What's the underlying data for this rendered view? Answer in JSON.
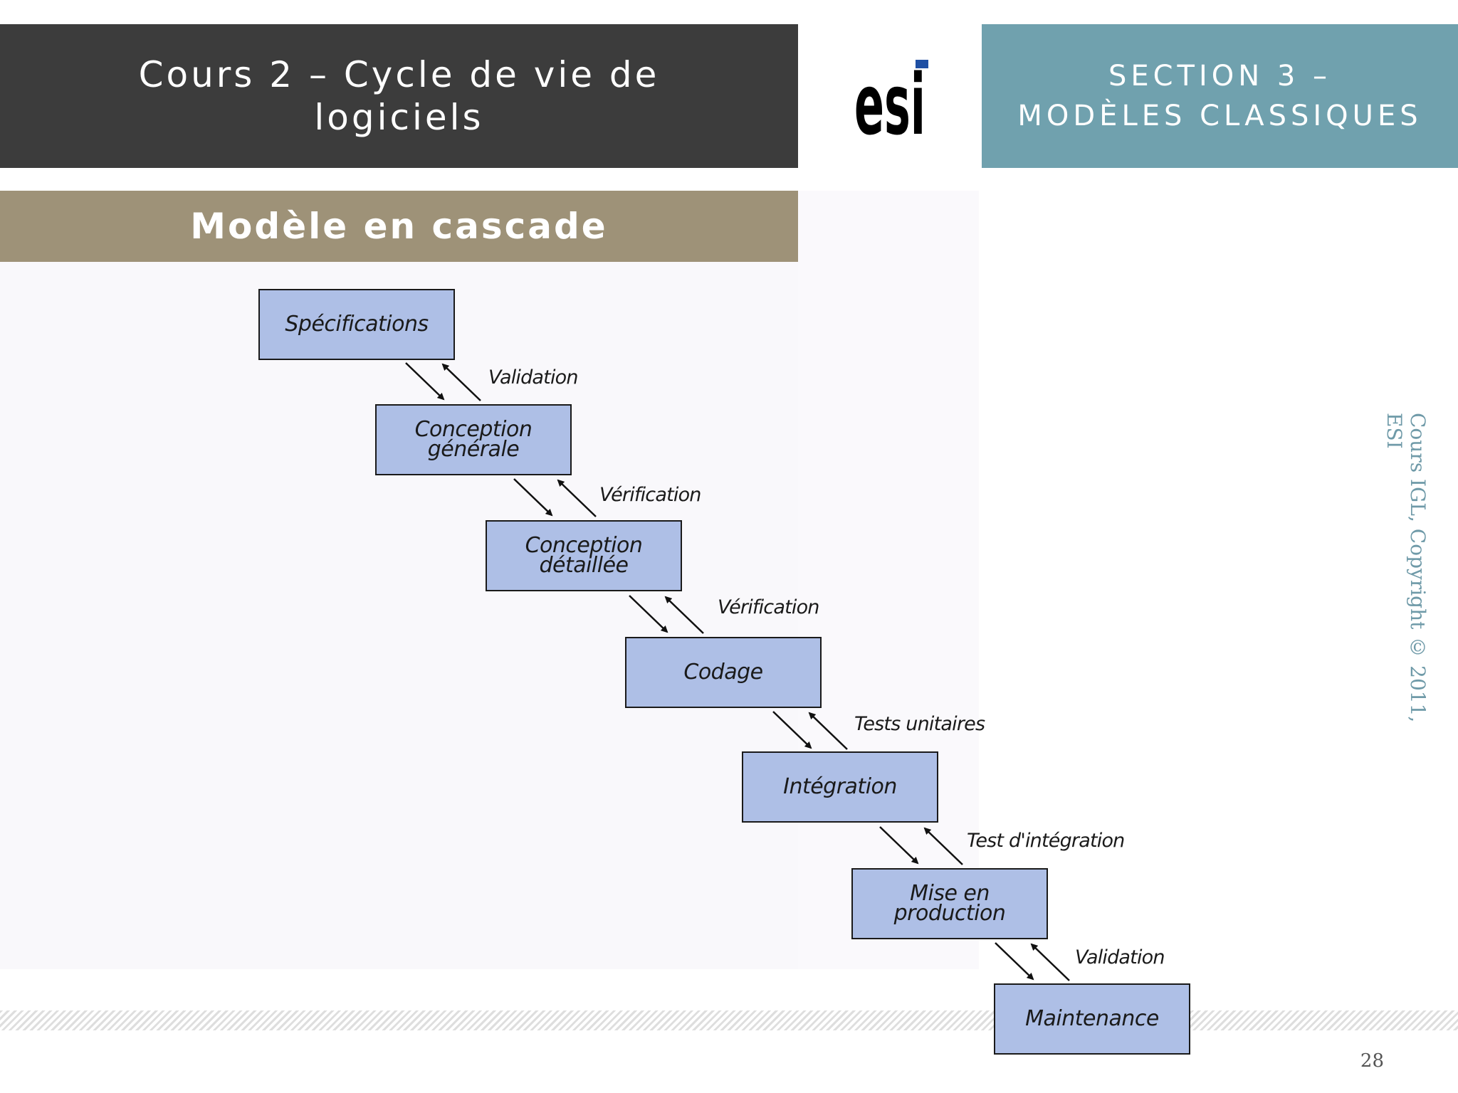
{
  "header": {
    "course_title": "Cours 2 – Cycle de vie de\nlogiciels",
    "section_title": "SECTION 3 –\nMODÈLES CLASSIQUES",
    "logo_text": "esi"
  },
  "slide": {
    "subtitle": "Modèle en cascade"
  },
  "diagram": {
    "steps": [
      "Spécifications",
      "Conception\ngénérale",
      "Conception\ndétaillée",
      "Codage",
      "Intégration",
      "Mise en production",
      "Maintenance"
    ],
    "transitions": [
      "Validation",
      "Vérification",
      "Vérification",
      "Tests unitaires",
      "Test d'intégration",
      "Validation"
    ]
  },
  "footer": {
    "copyright": "Cours IGL, Copyright © 2011, ESI",
    "page_number": "28"
  },
  "colors": {
    "header_dark": "#3c3c3c",
    "header_teal": "#70a1ae",
    "subtitle_band": "#9e9278",
    "box_fill": "#aebfe6"
  }
}
